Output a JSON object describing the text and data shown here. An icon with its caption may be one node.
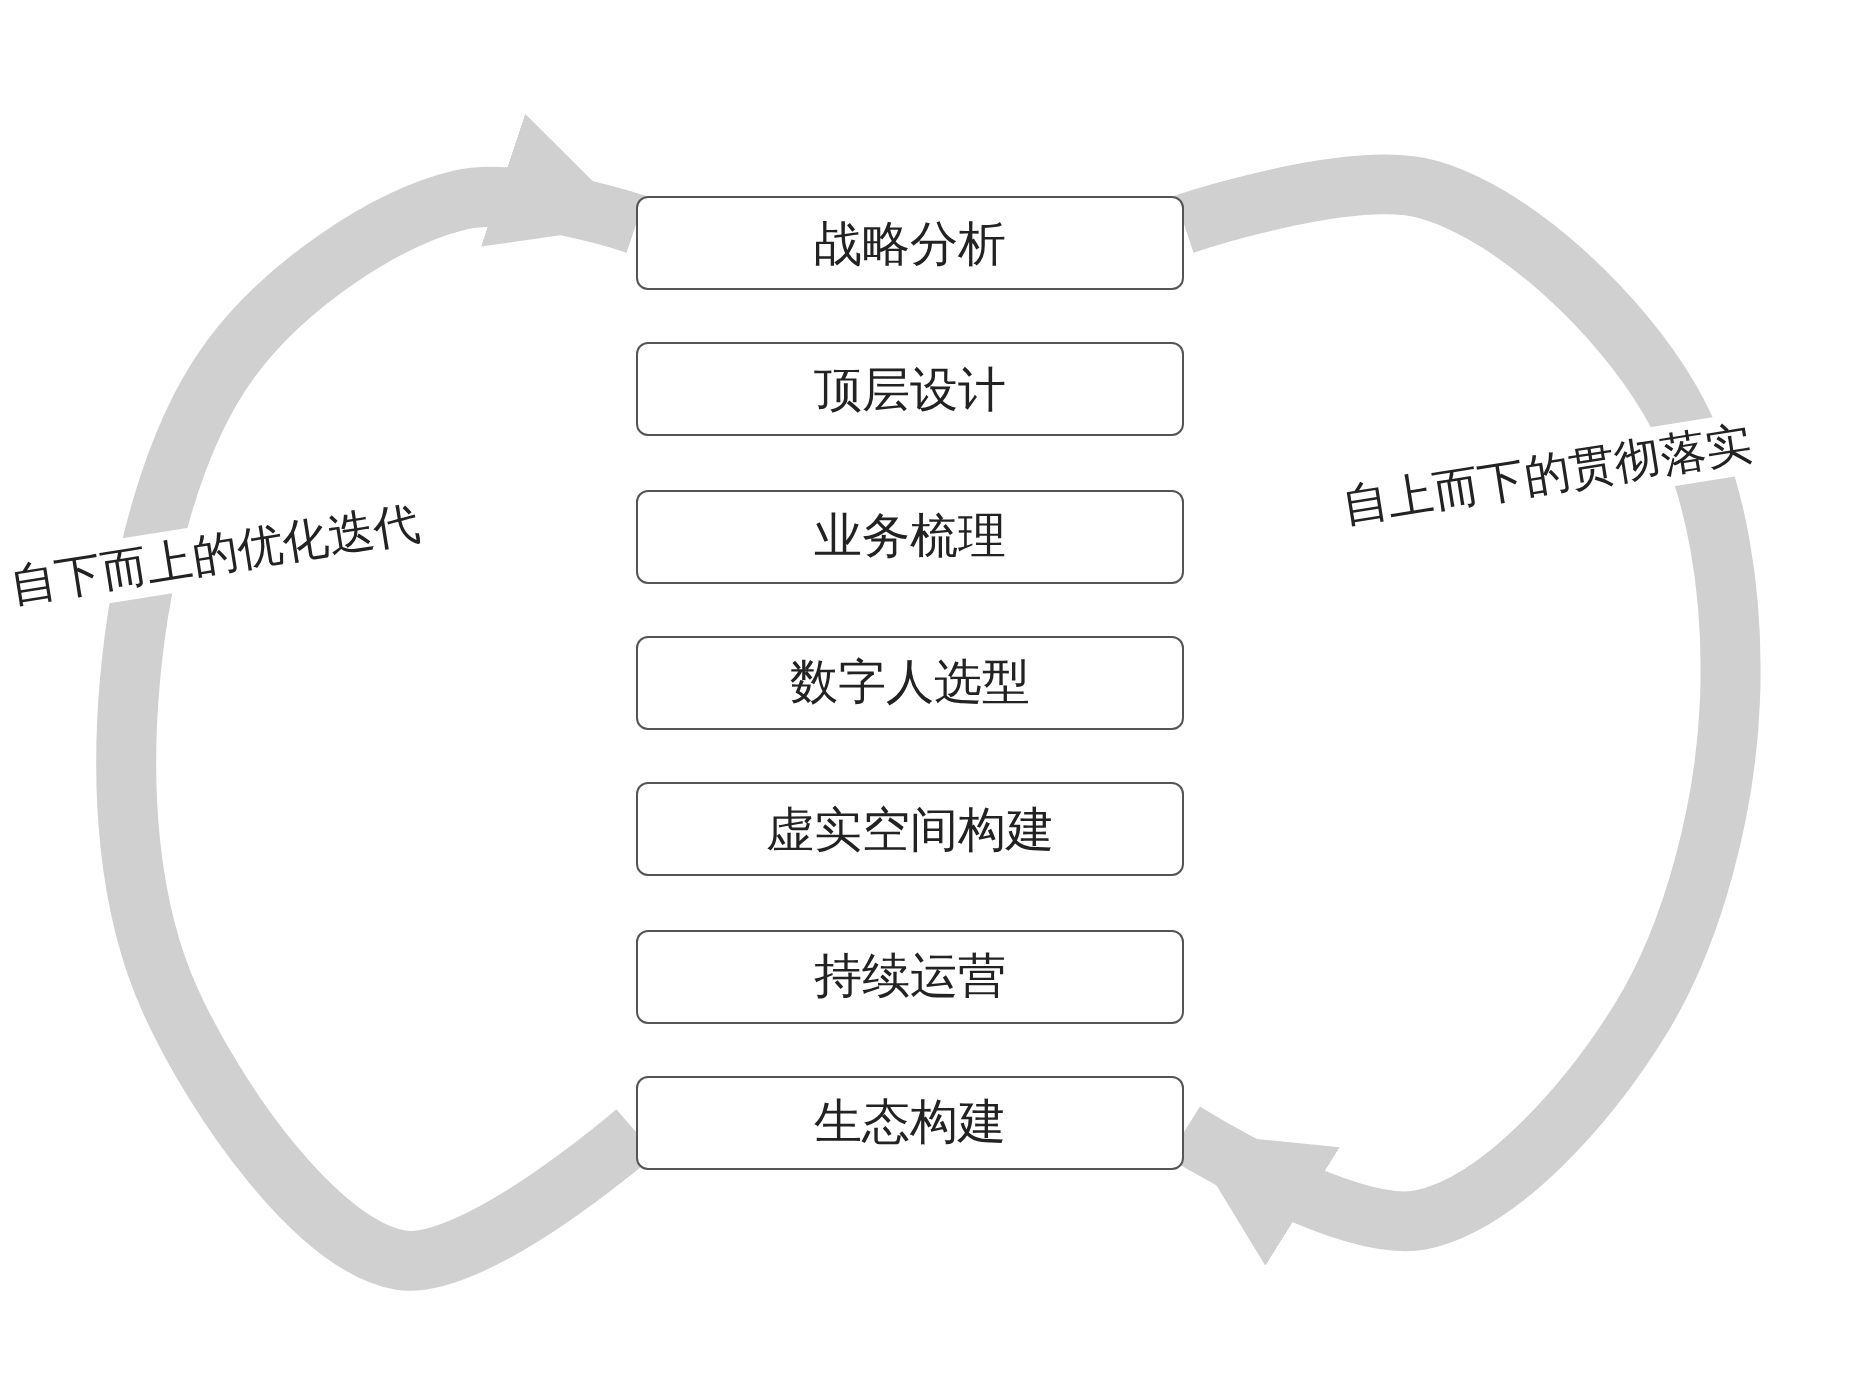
{
  "diagram": {
    "nodes": [
      {
        "text": [
          "战略分析"
        ]
      },
      {
        "text": [
          "顶层设计"
        ]
      },
      {
        "text": [
          "业务梳理"
        ]
      },
      {
        "text": [
          "数字人选型"
        ]
      },
      {
        "text": [
          "虚实空间构建"
        ]
      },
      {
        "text": [
          "持续运营"
        ]
      },
      {
        "text": [
          "生态构建"
        ]
      }
    ],
    "edges": [
      {
        "from": 6,
        "to": 0,
        "arrow": "to",
        "label": "自下而上的优化迭代"
      },
      {
        "from": 0,
        "to": 6,
        "arrow": "to",
        "label": "自上而下的贯彻落实"
      }
    ]
  }
}
